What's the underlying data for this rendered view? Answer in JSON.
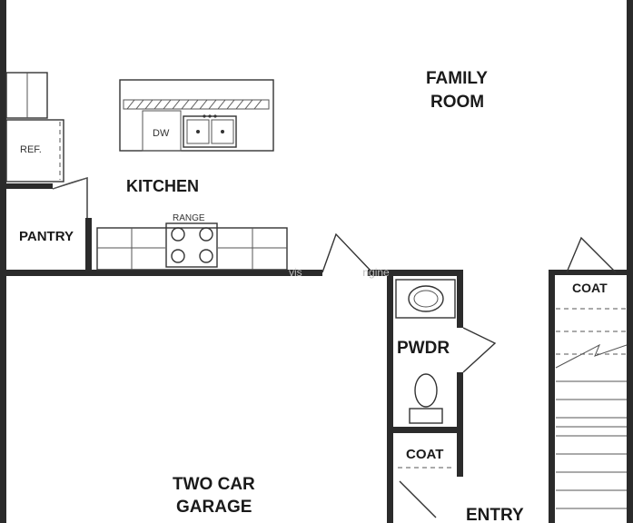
{
  "rooms": {
    "family_room_line1": "FAMILY",
    "family_room_line2": "ROOM",
    "kitchen": "KITCHEN",
    "pantry": "PANTRY",
    "powder": "PWDR",
    "coat_hall": "COAT",
    "coat_stair": "COAT",
    "garage_line1": "TWO CAR",
    "garage_line2": "GARAGE",
    "entry": "ENTRY"
  },
  "fixtures": {
    "refrigerator": "REF.",
    "dishwasher": "DW",
    "range": "RANGE"
  },
  "watermark": "vis                    ngine"
}
